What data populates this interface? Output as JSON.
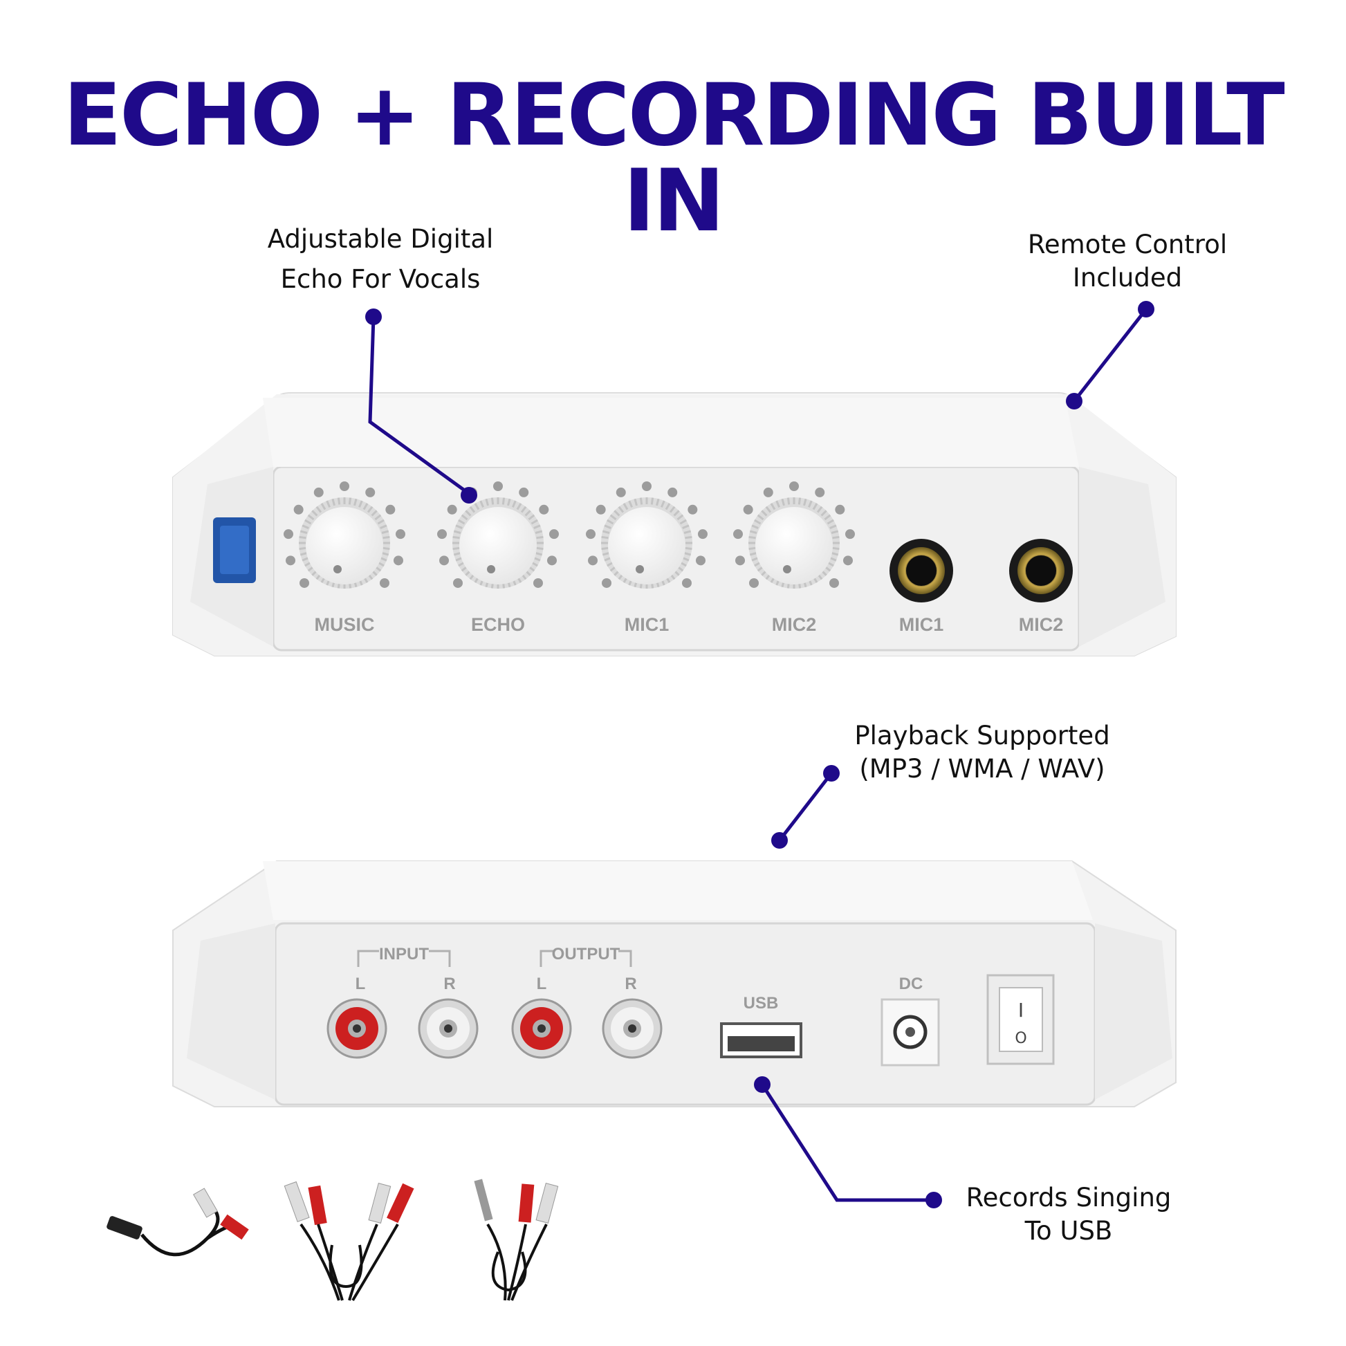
{
  "headline": "ECHO + RECORDING BUILT IN",
  "callouts": {
    "echo": {
      "line1": "Adjustable Digital",
      "line2": "Echo For Vocals"
    },
    "remote": {
      "line1": "Remote Control",
      "line2": "Included"
    },
    "playback": {
      "line1": "Playback Supported",
      "line2": "(MP3 / WMA / WAV)"
    },
    "usb": {
      "line1": "Records Singing",
      "line2": "To USB"
    }
  },
  "front_panel": {
    "knobs": [
      "MUSIC",
      "ECHO",
      "MIC1",
      "MIC2"
    ],
    "jacks": [
      "MIC1",
      "MIC2"
    ]
  },
  "back_panel": {
    "input_label": "INPUT",
    "output_label": "OUTPUT",
    "left": "L",
    "right": "R",
    "usb_label": "USB",
    "dc_label": "DC",
    "switch_on": "I",
    "switch_off": "O"
  },
  "colors": {
    "accent": "#1f0a8a",
    "device": "#f2f2f2"
  }
}
